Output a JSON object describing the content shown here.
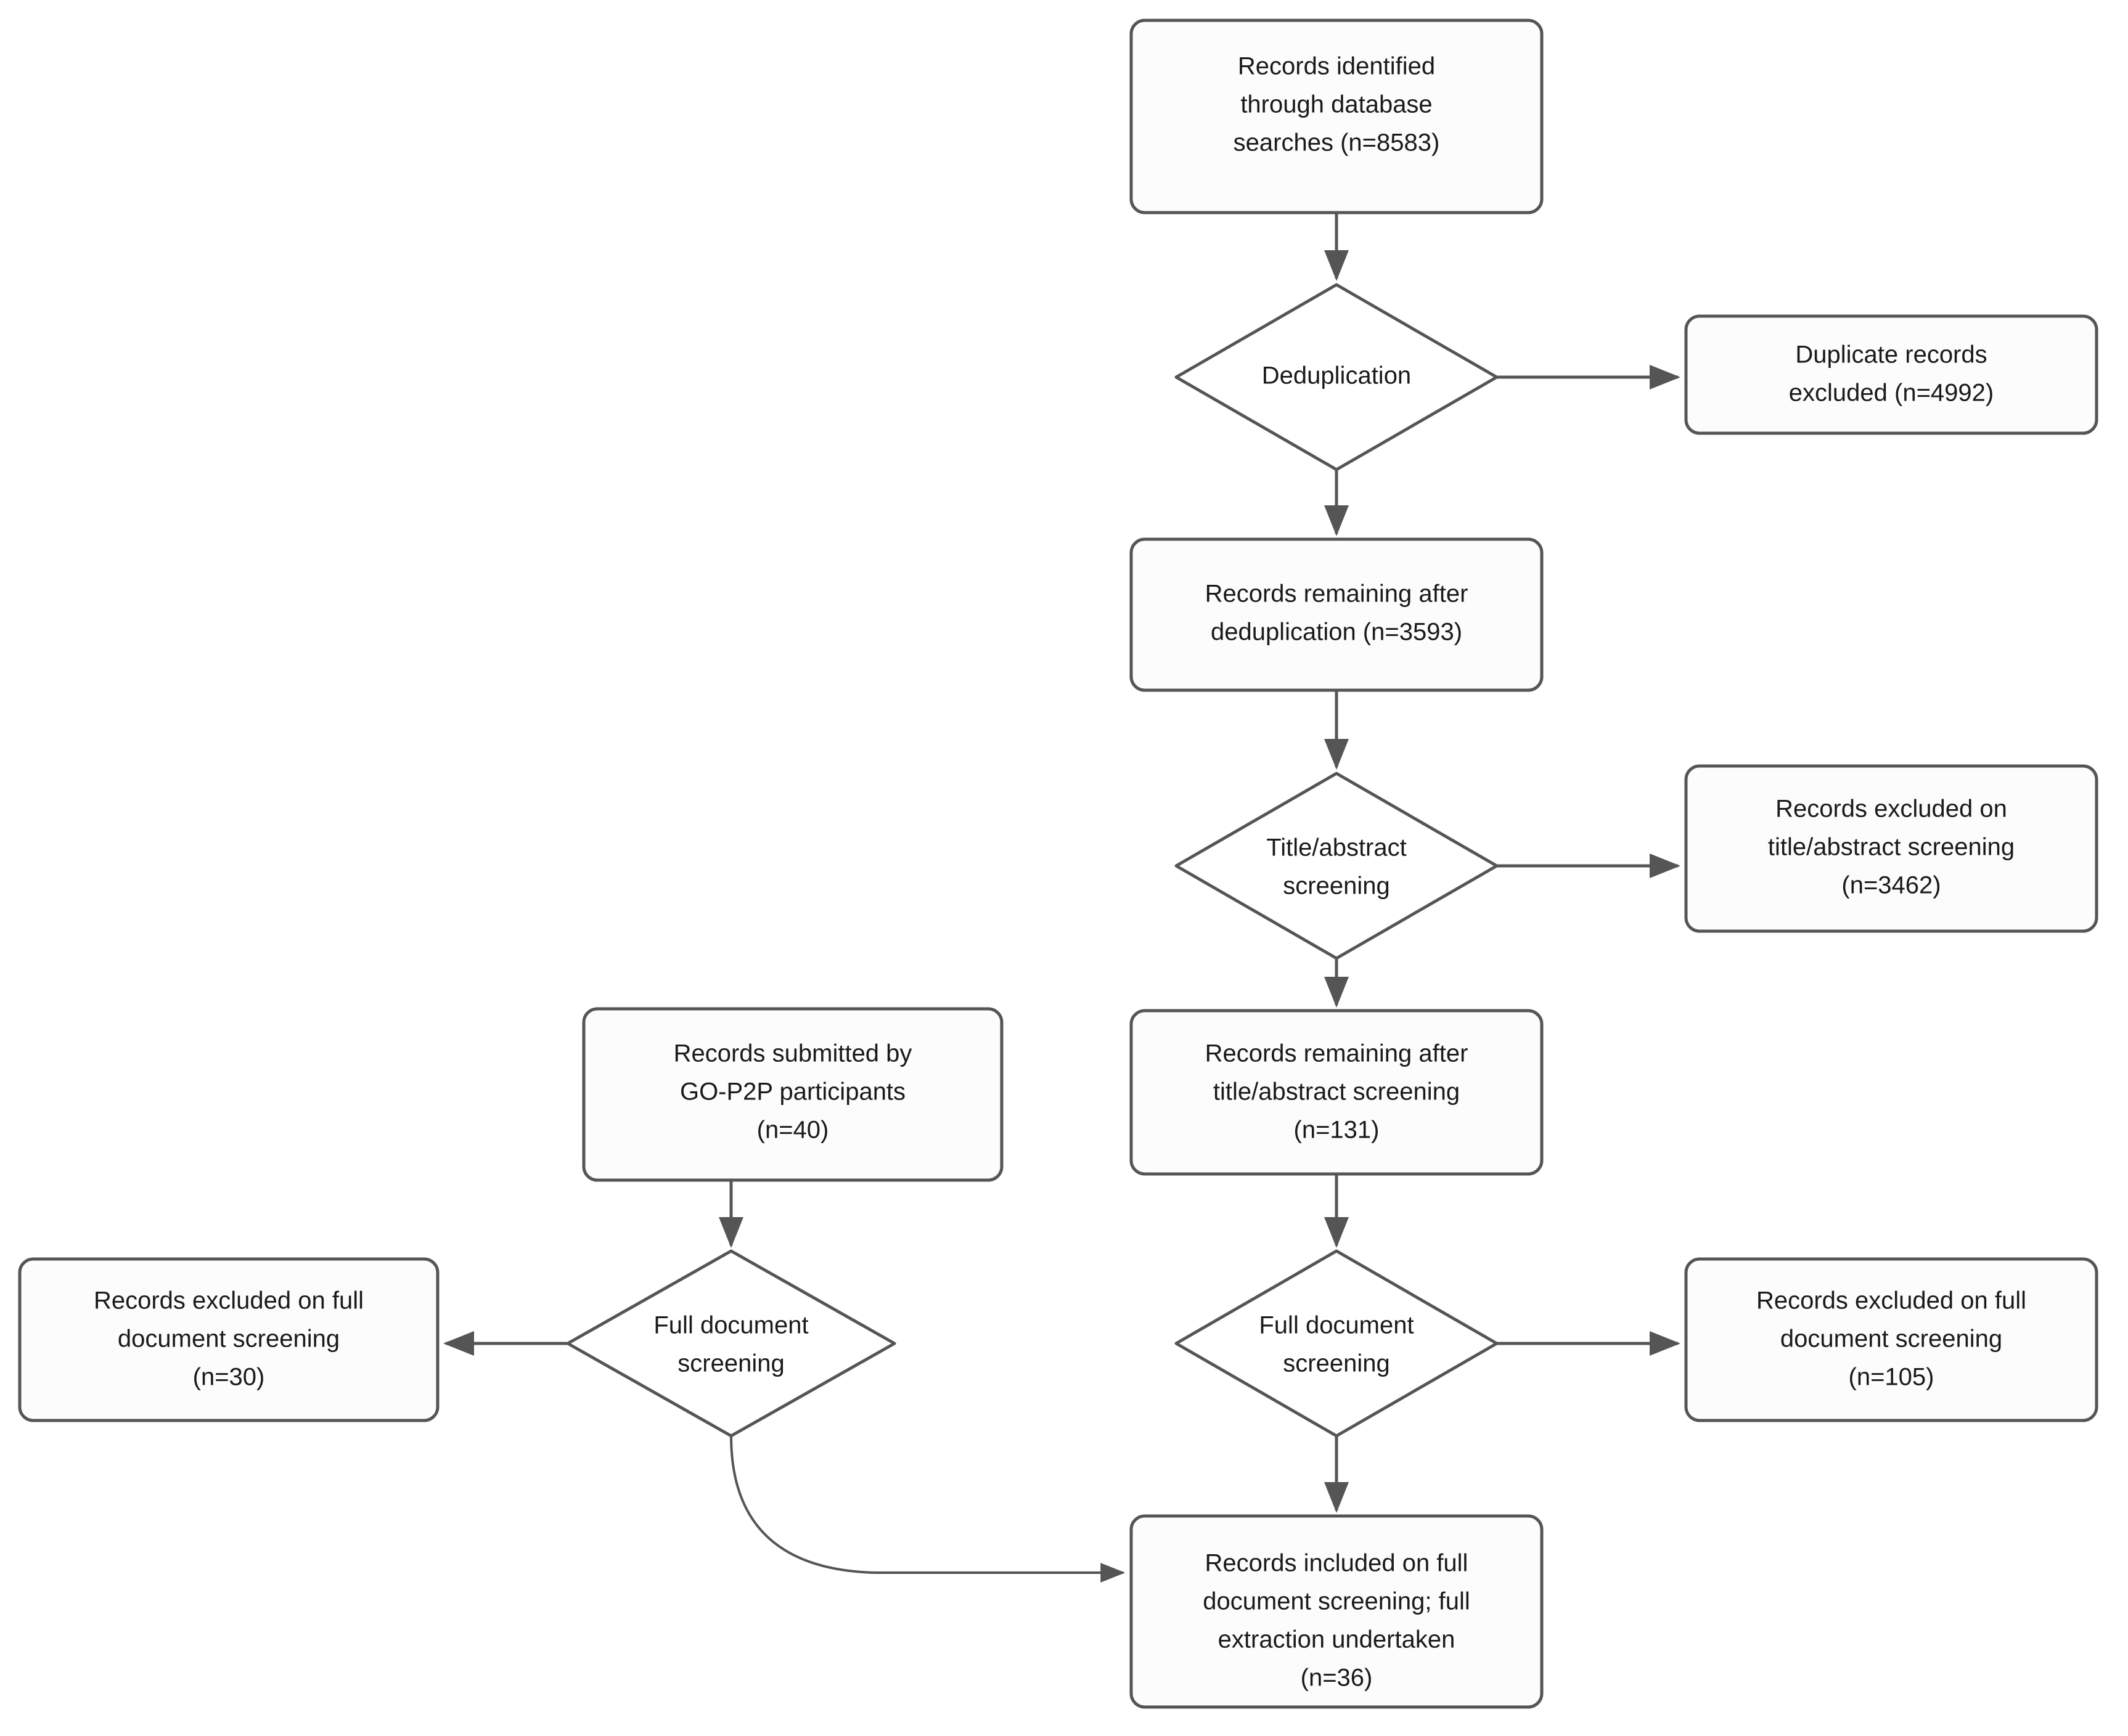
{
  "diagram": {
    "type": "prisma-flowchart",
    "title": "",
    "accent_colors": {
      "border": "#555555",
      "box_fill": "#fcfcfc",
      "diamond_fill": "#ffffff",
      "text": "#1a1a1a",
      "background": "#ffffff"
    },
    "nodes": {
      "identified": {
        "shape": "rounded-box",
        "lines": [
          "Records identified",
          "through database",
          "searches (n=8583)"
        ],
        "value": 8583
      },
      "dedup_decision": {
        "shape": "diamond",
        "lines": [
          "Deduplication"
        ]
      },
      "duplicates_excluded": {
        "shape": "rounded-box",
        "lines": [
          "Duplicate records",
          "excluded (n=4992)"
        ],
        "value": 4992
      },
      "after_dedup": {
        "shape": "rounded-box",
        "lines": [
          "Records remaining after",
          "deduplication (n=3593)"
        ],
        "value": 3593
      },
      "title_abstract_decision": {
        "shape": "diamond",
        "lines": [
          "Title/abstract",
          "screening"
        ]
      },
      "excluded_title_abstract": {
        "shape": "rounded-box",
        "lines": [
          "Records excluded on",
          "title/abstract screening",
          "(n=3462)"
        ],
        "value": 3462
      },
      "after_title_abstract": {
        "shape": "rounded-box",
        "lines": [
          "Records remaining after",
          "title/abstract screening",
          "(n=131)"
        ],
        "value": 131
      },
      "gop2p_submitted": {
        "shape": "rounded-box",
        "lines": [
          "Records submitted by",
          "GO-P2P participants",
          "(n=40)"
        ],
        "value": 40
      },
      "full_doc_decision_left": {
        "shape": "diamond",
        "lines": [
          "Full document",
          "screening"
        ]
      },
      "full_doc_decision_right": {
        "shape": "diamond",
        "lines": [
          "Full document",
          "screening"
        ]
      },
      "excluded_full_doc_left": {
        "shape": "rounded-box",
        "lines": [
          "Records excluded on full",
          "document screening",
          "(n=30)"
        ],
        "value": 30
      },
      "excluded_full_doc_right": {
        "shape": "rounded-box",
        "lines": [
          "Records excluded on full",
          "document screening",
          "(n=105)"
        ],
        "value": 105
      },
      "included_final": {
        "shape": "rounded-box",
        "lines": [
          "Records included on full",
          "document screening; full",
          "extraction undertaken",
          "(n=36)"
        ],
        "value": 36
      }
    },
    "edges": [
      {
        "from": "identified",
        "to": "dedup_decision",
        "direction": "down"
      },
      {
        "from": "dedup_decision",
        "to": "duplicates_excluded",
        "direction": "right"
      },
      {
        "from": "dedup_decision",
        "to": "after_dedup",
        "direction": "down"
      },
      {
        "from": "after_dedup",
        "to": "title_abstract_decision",
        "direction": "down"
      },
      {
        "from": "title_abstract_decision",
        "to": "excluded_title_abstract",
        "direction": "right"
      },
      {
        "from": "title_abstract_decision",
        "to": "after_title_abstract",
        "direction": "down"
      },
      {
        "from": "after_title_abstract",
        "to": "full_doc_decision_right",
        "direction": "down"
      },
      {
        "from": "gop2p_submitted",
        "to": "full_doc_decision_left",
        "direction": "down"
      },
      {
        "from": "full_doc_decision_left",
        "to": "excluded_full_doc_left",
        "direction": "left"
      },
      {
        "from": "full_doc_decision_right",
        "to": "excluded_full_doc_right",
        "direction": "right"
      },
      {
        "from": "full_doc_decision_right",
        "to": "included_final",
        "direction": "down"
      },
      {
        "from": "full_doc_decision_left",
        "to": "included_final",
        "direction": "curve-right"
      }
    ]
  }
}
